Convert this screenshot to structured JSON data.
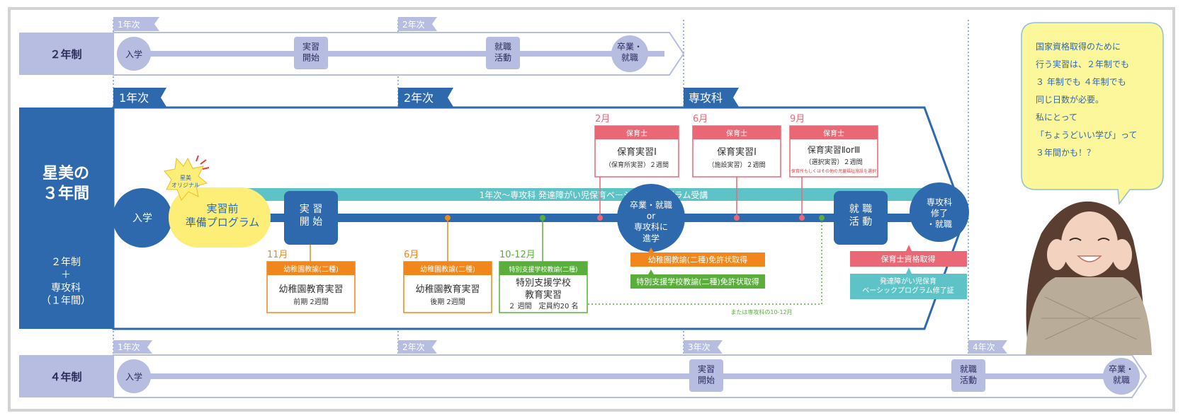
{
  "row2": {
    "label": "２年制",
    "years": [
      "1年次",
      "2年次"
    ],
    "milestones": [
      "入学",
      "実習\n開始",
      "就職\n活動",
      "卒業・\n就職"
    ]
  },
  "row3": {
    "label": "星美の\n３年間",
    "sublabel": "２年制\n＋\n専攻科\n（１年間）",
    "years": [
      "1年次",
      "2年次",
      "専攻科"
    ],
    "enter": "入学",
    "badge": "星美\nオリジナル",
    "prep": "実習前\n準備プログラム",
    "basic_bar": "1年次〜専攻科 発達障がい児保育ベーシックプログラム受講",
    "start": "実 習\n開 始",
    "grad": "卒業・就職\nor\n専攻科に\n進学",
    "job": "就 職\n活 動",
    "finish": "専攻科\n修了\n・就職",
    "boxes": [
      {
        "month": "11月",
        "head": "幼稚園教諭(二種)",
        "title": "幼稚園教育実習",
        "detail": "前期 2週間"
      },
      {
        "month": "6月",
        "head": "幼稚園教諭(二種)",
        "title": "幼稚園教育実習",
        "detail": "後期 2週間"
      },
      {
        "month": "10-12月",
        "head": "特別支援学校教諭(二種)",
        "title": "特別支援学校\n教育実習",
        "detail": "２ 週間　定員約20 名"
      },
      {
        "month": "2月",
        "head": "保育士",
        "title": "保育実習Ⅰ",
        "detail": "（保育所実習）２週間"
      },
      {
        "month": "6月",
        "head": "保育士",
        "title": "保育実習Ⅰ",
        "detail": "（施設実習）２週間"
      },
      {
        "month": "9月",
        "head": "保育士",
        "title": "保育実習ⅡorⅢ",
        "detail": "（選択実習）２週間",
        "note": "保育所もしくはその他の児童福祉施設を選択"
      }
    ],
    "license1": "幼稚園教諭(二種)免許状取得",
    "license2": "特別支援学校教諭(二種)免許状取得",
    "or_note": "または専攻科の10-12月",
    "qual1": "保育士資格取得",
    "qual2": "発達障がい児保育\nベーシックプログラム修了証"
  },
  "row4": {
    "label": "４年制",
    "years": [
      "1年次",
      "2年次",
      "3年次",
      "4年次"
    ],
    "milestones": [
      "入学",
      "実習\n開始",
      "就職\n活動",
      "卒業・\n就職"
    ]
  },
  "bubble": "国家資格取得のために\n行う実習は、２年制でも\n３ 年制でも ４年制でも\n同じ日数が必要。\n私にとって\n「ちょうどいい学び」って\n３年間かも！？",
  "colors": {
    "navy": "#2e68ad",
    "lavender": "#b7bde0",
    "orange": "#f0861c",
    "green": "#5aaf3c",
    "pink": "#ea6875",
    "teal": "#5ec3c6",
    "yellow": "#fcee77",
    "bubble": "#fdf79c"
  }
}
